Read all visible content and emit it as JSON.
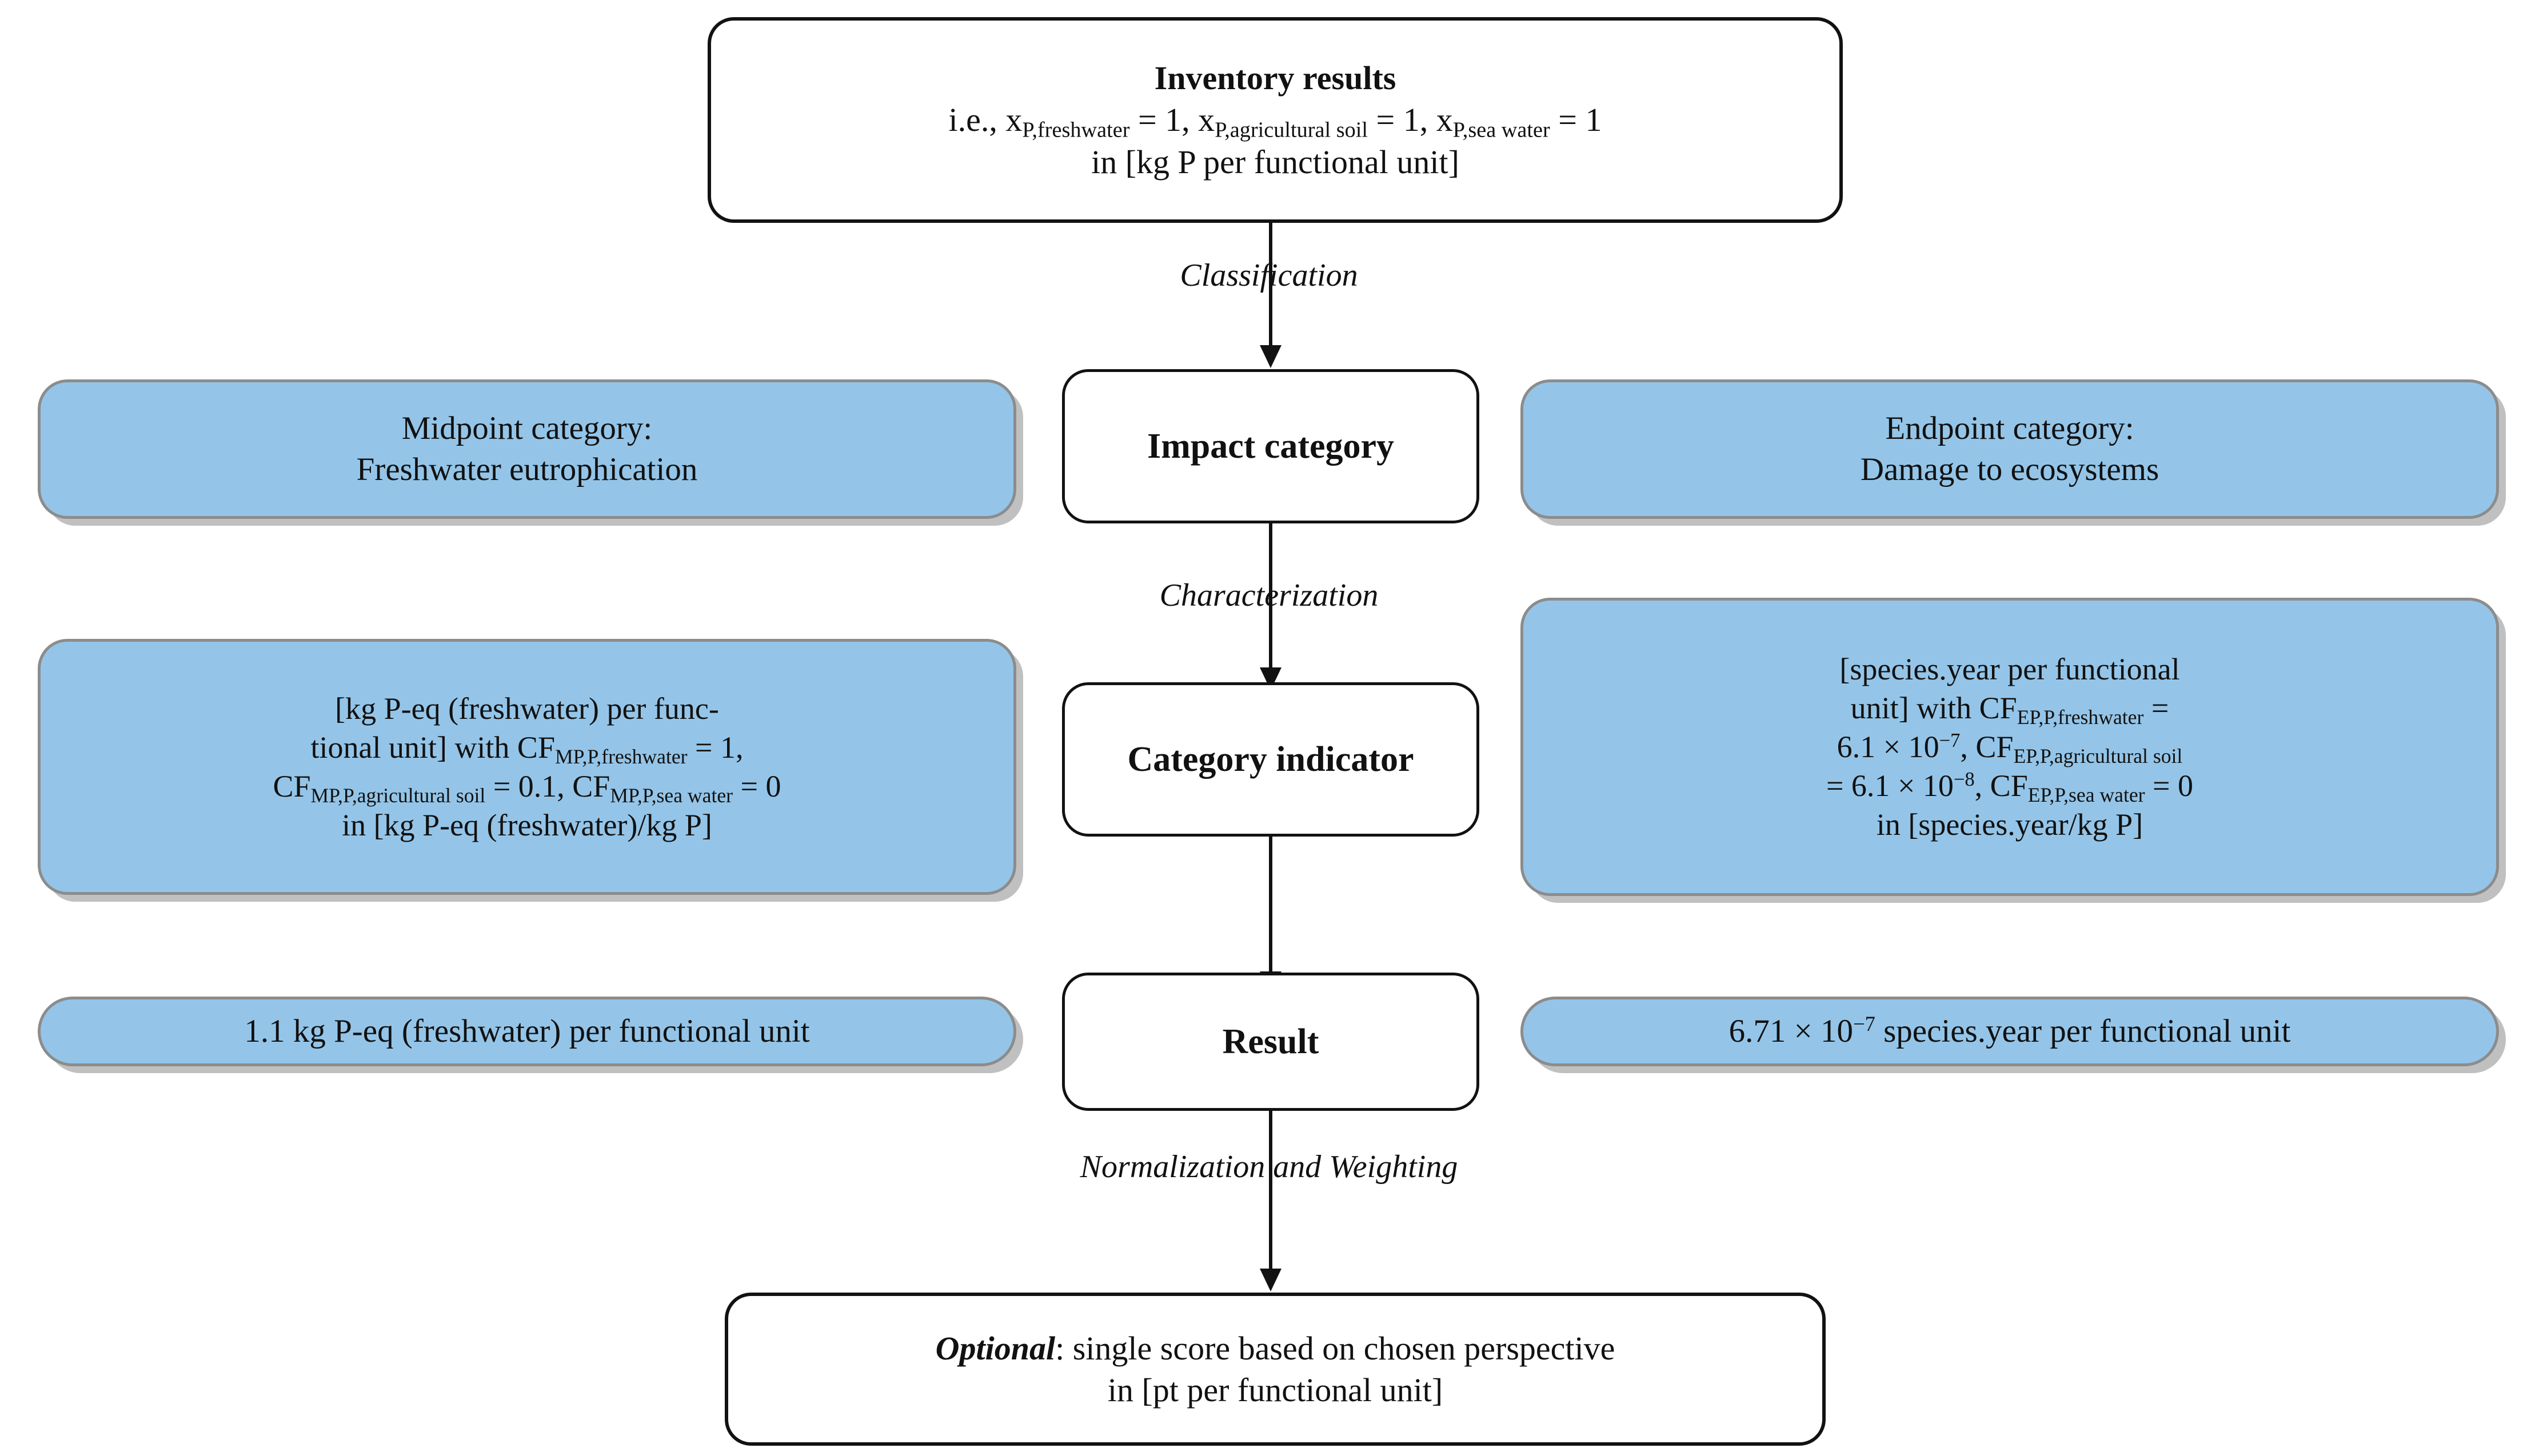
{
  "diagram": {
    "title": "LCIA midpoint and endpoint calculation flow for phosphorus",
    "blue_fill": "#94c5e8",
    "blue_border": "#8c8c8c",
    "outline_color": "#121212"
  },
  "nodes": {
    "inventory": {
      "heading": "Inventory results",
      "line2_prefix": "i.e., x",
      "line2_sub1": "P,freshwater",
      "line2_mid1": " = 1, x",
      "line2_sub2": "P,agricultural soil",
      "line2_mid2": " = 1, x",
      "line2_sub3": "P,sea water",
      "line2_suffix": " = 1",
      "line3": "in [kg P per functional unit]"
    },
    "impact_category": {
      "label": "Impact category"
    },
    "category_indicator": {
      "label": "Category indicator"
    },
    "result": {
      "label": "Result"
    },
    "optional": {
      "emphasis": "Optional",
      "rest": ": single score based on chosen perspective",
      "line2": "in [pt per functional unit]"
    },
    "midpoint_category": {
      "line1": "Midpoint category:",
      "line2": "Freshwater eutrophication"
    },
    "endpoint_category": {
      "line1": "Endpoint category:",
      "line2": "Damage to ecosystems"
    },
    "midpoint_characterization": {
      "line1": "[kg P-eq (freshwater) per func-",
      "line2_a": "tional unit] with CF",
      "line2_sub": "MP,P,freshwater",
      "line2_b": " = 1,",
      "line3_a": "CF",
      "line3_sub1": "MP,P,agricultural soil",
      "line3_b": " = 0.1, CF",
      "line3_sub2": "MP,P,sea water",
      "line3_c": " = 0",
      "line4": "in [kg P-eq (freshwater)/kg P]"
    },
    "endpoint_characterization": {
      "line1": "[species.year per functional",
      "line2_a": "unit] with CF",
      "line2_sub": "EP,P,freshwater",
      "line2_b": " =",
      "line3_a": "6.1 ",
      "line3_times": "×",
      "line3_base": " 10",
      "line3_exp": "−7",
      "line3_b": ", CF",
      "line3_sub": "EP,P,agricultural soil",
      "line4_a": "= 6.1 ",
      "line4_times": "×",
      "line4_base": " 10",
      "line4_exp": "−8",
      "line4_b": ", CF",
      "line4_sub": "EP,P,sea water",
      "line4_c": " = 0",
      "line5": "in [species.year/kg P]"
    },
    "midpoint_result": {
      "text": "1.1 kg P-eq (freshwater) per functional unit"
    },
    "endpoint_result": {
      "value": "6.71 ",
      "times": "×",
      "base": " 10",
      "exp": "−7",
      "unit": " species.year per functional unit"
    }
  },
  "arrow_labels": {
    "classification": "Classification",
    "characterization": "Characterization",
    "normalization": "Normalization and Weighting"
  }
}
